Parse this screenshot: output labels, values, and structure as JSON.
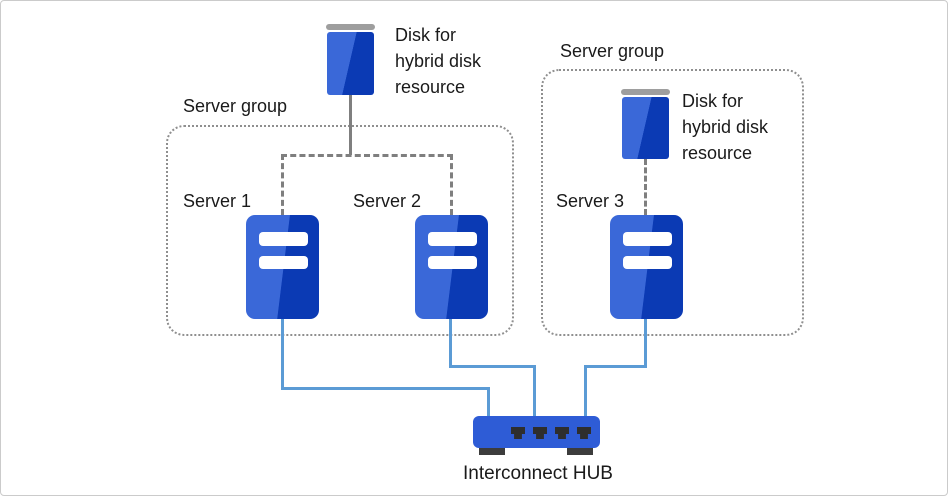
{
  "colors": {
    "icon_blue_light": "#3A68D8",
    "icon_blue_dark": "#0B3AB4",
    "hub_blue": "#2E5CD6",
    "connector_blue": "#5B9BD5",
    "dash_gray": "#7F7F7F",
    "dot_gray": "#8F8F8F",
    "disk_cap_gray": "#9E9E9E",
    "port_dark": "#2E2E2E",
    "foot_dark": "#3C3C3C",
    "text_black": "#1A1A1A",
    "canvas_border": "#CBCBCB"
  },
  "groups": {
    "left": {
      "label": "Server group"
    },
    "right": {
      "label": "Server group"
    }
  },
  "disks": {
    "top": {
      "label_lines": [
        "Disk for",
        "hybrid disk",
        "resource"
      ]
    },
    "right": {
      "label_lines": [
        "Disk for",
        "hybrid disk",
        "resource"
      ]
    }
  },
  "servers": [
    {
      "label": "Server 1"
    },
    {
      "label": "Server 2"
    },
    {
      "label": "Server 3"
    }
  ],
  "hub": {
    "label": "Interconnect HUB"
  }
}
